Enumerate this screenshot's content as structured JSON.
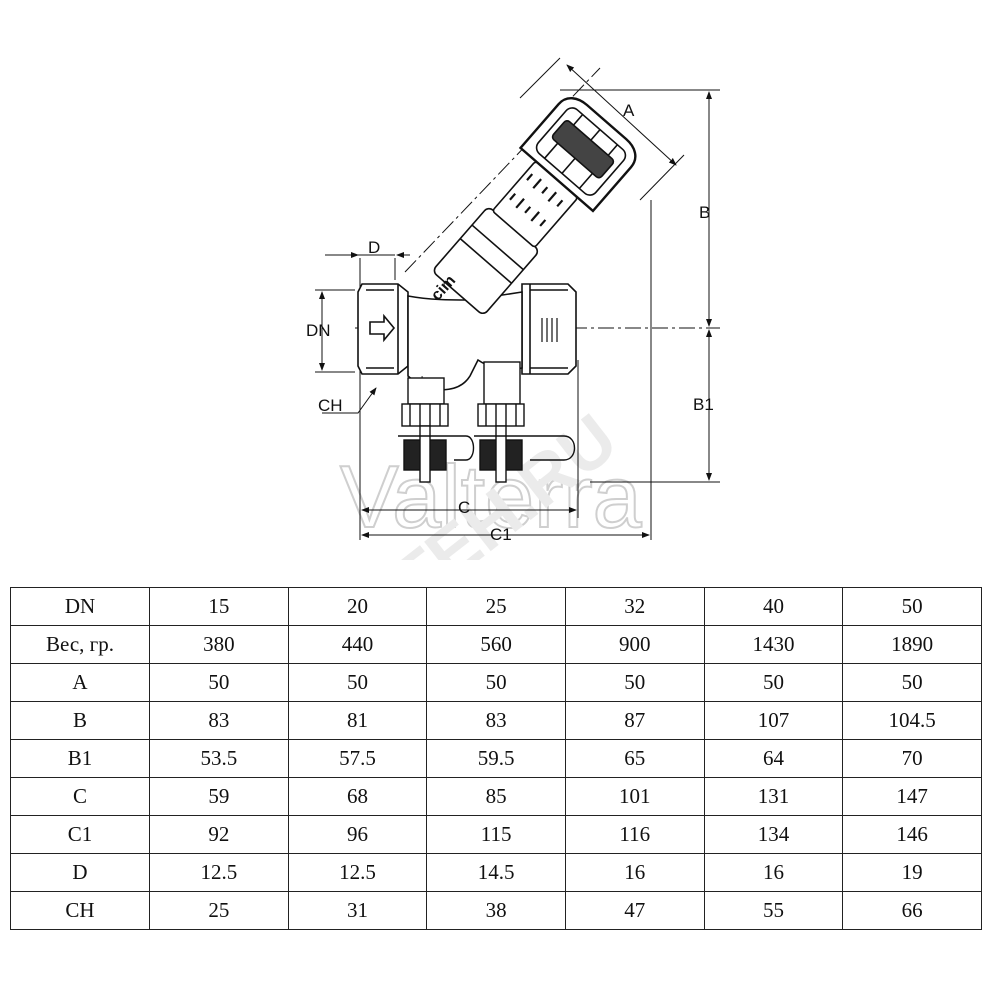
{
  "drawing": {
    "dimension_labels": {
      "A": "A",
      "B": "B",
      "B1": "B1",
      "C": "C",
      "C1": "C1",
      "D": "D",
      "DN": "DN",
      "CH": "CH"
    },
    "marking": "cim",
    "watermark_text": "Valterra",
    "watermark_site": "SANTEH.RU",
    "colors": {
      "line": "#111111",
      "watermark": "#cfcfcf"
    }
  },
  "table": {
    "rows": [
      {
        "label": "DN",
        "values": [
          "15",
          "20",
          "25",
          "32",
          "40",
          "50"
        ]
      },
      {
        "label": "Вес, гр.",
        "values": [
          "380",
          "440",
          "560",
          "900",
          "1430",
          "1890"
        ]
      },
      {
        "label": "A",
        "values": [
          "50",
          "50",
          "50",
          "50",
          "50",
          "50"
        ]
      },
      {
        "label": "B",
        "values": [
          "83",
          "81",
          "83",
          "87",
          "107",
          "104.5"
        ]
      },
      {
        "label": "B1",
        "values": [
          "53.5",
          "57.5",
          "59.5",
          "65",
          "64",
          "70"
        ]
      },
      {
        "label": "C",
        "values": [
          "59",
          "68",
          "85",
          "101",
          "131",
          "147"
        ]
      },
      {
        "label": "C1",
        "values": [
          "92",
          "96",
          "115",
          "116",
          "134",
          "146"
        ]
      },
      {
        "label": "D",
        "values": [
          "12.5",
          "12.5",
          "14.5",
          "16",
          "16",
          "19"
        ]
      },
      {
        "label": "CH",
        "values": [
          "25",
          "31",
          "38",
          "47",
          "55",
          "66"
        ]
      }
    ]
  }
}
